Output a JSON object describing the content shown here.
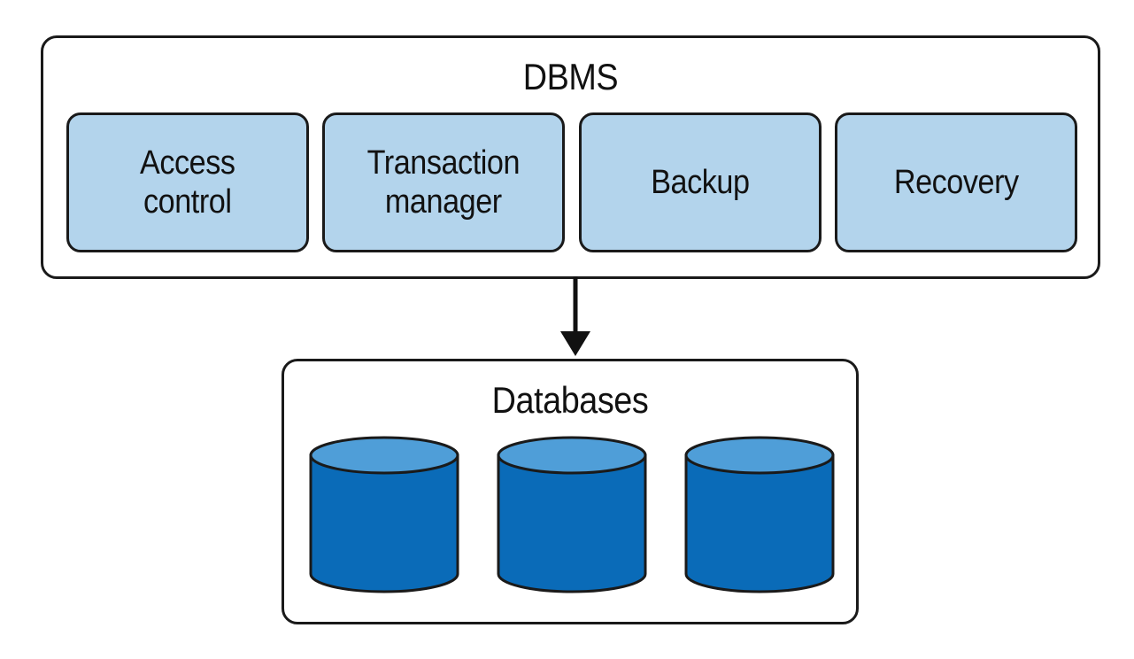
{
  "diagram": {
    "dbms": {
      "title": "DBMS",
      "components": [
        {
          "label": "Access\ncontrol"
        },
        {
          "label": "Transaction\nmanager"
        },
        {
          "label": "Backup"
        },
        {
          "label": "Recovery"
        }
      ]
    },
    "databases": {
      "title": "Databases",
      "count": 3
    },
    "colors": {
      "component_fill": "#b3d4ec",
      "cylinder_body": "#0a6bb8",
      "cylinder_top": "#4f9ed8",
      "outline": "#1a1a1a"
    },
    "connections": [
      {
        "from": "DBMS",
        "to": "Databases",
        "type": "arrow"
      }
    ]
  }
}
